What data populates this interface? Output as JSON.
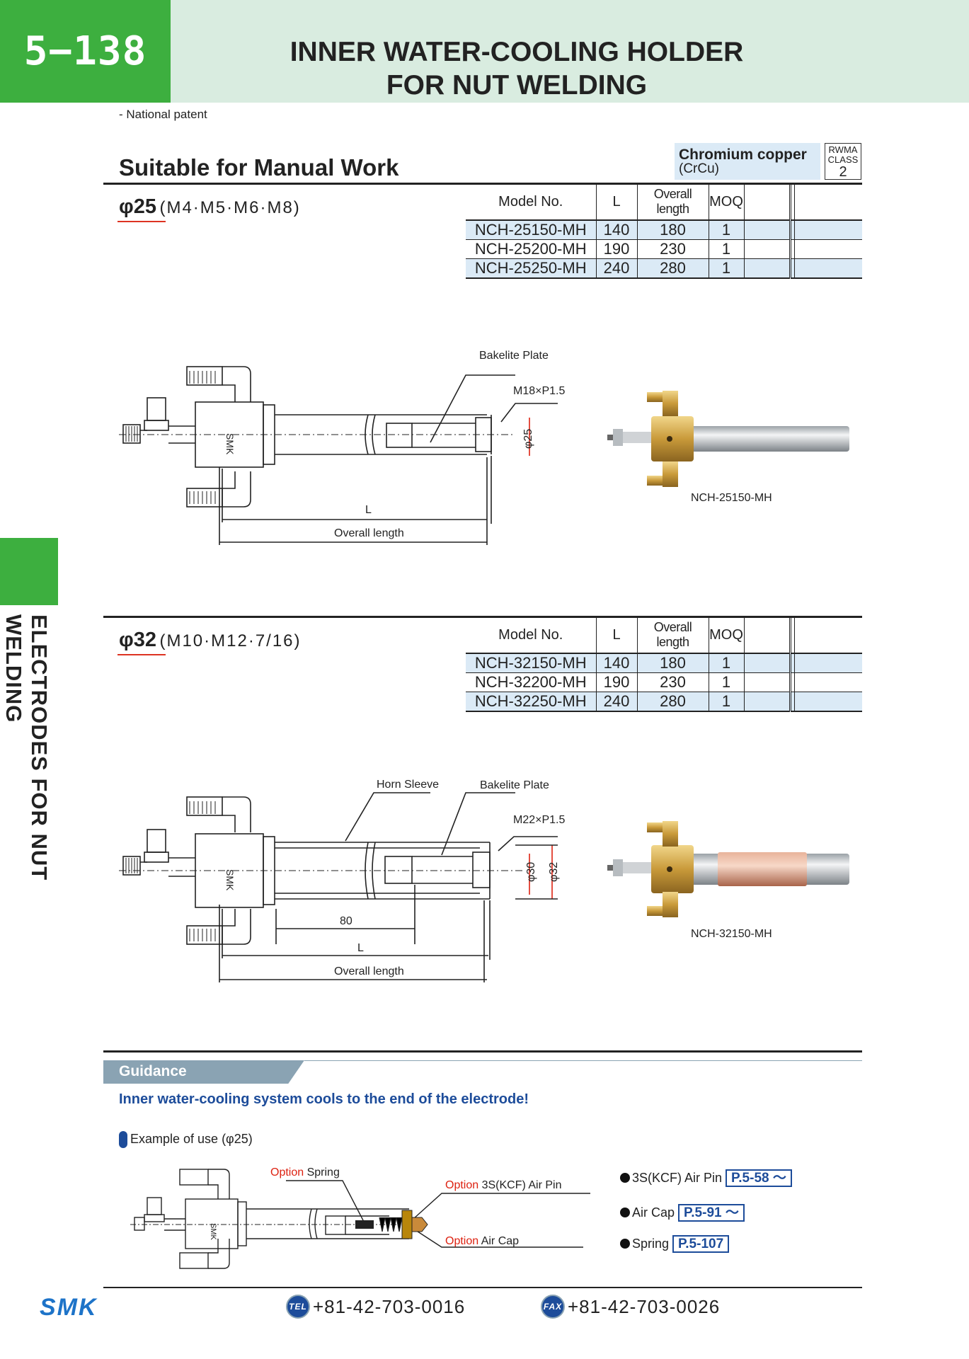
{
  "header": {
    "page_number": "5−138",
    "title_line1": "INNER WATER-COOLING HOLDER",
    "title_line2": "FOR NUT WELDING"
  },
  "patent_note": "- National patent",
  "section_title": "Suitable for Manual Work",
  "material": {
    "name": "Chromium copper",
    "code": "(CrCu)",
    "rwma_1": "RWMA",
    "rwma_2": "CLASS",
    "rwma_class": "2"
  },
  "side_tab": "ELECTRODES FOR NUT WELDING",
  "table_headers": {
    "model": "Model No.",
    "l": "L",
    "overall": "Overall length",
    "moq": "MOQ"
  },
  "d25": {
    "diameter": "φ25",
    "threads": "(M4·M5·M6·M8)",
    "rows": [
      {
        "model": "NCH-25150-MH",
        "l": "140",
        "overall": "180",
        "moq": "1"
      },
      {
        "model": "NCH-25200-MH",
        "l": "190",
        "overall": "230",
        "moq": "1"
      },
      {
        "model": "NCH-25250-MH",
        "l": "240",
        "overall": "280",
        "moq": "1"
      }
    ],
    "labels": {
      "plate": "Bakelite Plate",
      "thread": "M18×P1.5",
      "dia": "φ25",
      "l": "L",
      "overall": "Overall length",
      "photo": "NCH-25150-MH"
    }
  },
  "d32": {
    "diameter": "φ32",
    "threads": "(M10·M12·7/16)",
    "rows": [
      {
        "model": "NCH-32150-MH",
        "l": "140",
        "overall": "180",
        "moq": "1"
      },
      {
        "model": "NCH-32200-MH",
        "l": "190",
        "overall": "230",
        "moq": "1"
      },
      {
        "model": "NCH-32250-MH",
        "l": "240",
        "overall": "280",
        "moq": "1"
      }
    ],
    "labels": {
      "sleeve": "Horn Sleeve",
      "plate": "Bakelite Plate",
      "thread": "M22×P1.5",
      "dia_inner": "φ30",
      "dia_outer": "φ32",
      "dim80": "80",
      "l": "L",
      "overall": "Overall length",
      "photo": "NCH-32150-MH"
    }
  },
  "guidance": {
    "label": "Guidance",
    "headline": "Inner water-cooling system cools to the end of the electrode!",
    "example": "Example of use (φ25)",
    "opt_word": "Option",
    "opt_spring": " Spring",
    "opt_airpin": " 3S(KCF) Air Pin",
    "opt_aircap": " Air Cap",
    "refs": [
      {
        "label": "3S(KCF) Air Pin",
        "page": "P.5-58 ～"
      },
      {
        "label": "Air Cap",
        "page": "P.5-91 ～"
      },
      {
        "label": "Spring",
        "page": "P.5-107"
      }
    ]
  },
  "footer": {
    "logo": "SMK",
    "tel_icon": "TEL",
    "tel": "+81-42-703-0016",
    "fax_icon": "FAX",
    "fax": "+81-42-703-0026"
  },
  "colors": {
    "green": "#3daf3f",
    "header_band": "#d9ece0",
    "table_highlight": "#dbeaf6",
    "accent_blue": "#1d4c9a",
    "option_red": "#d21111"
  }
}
